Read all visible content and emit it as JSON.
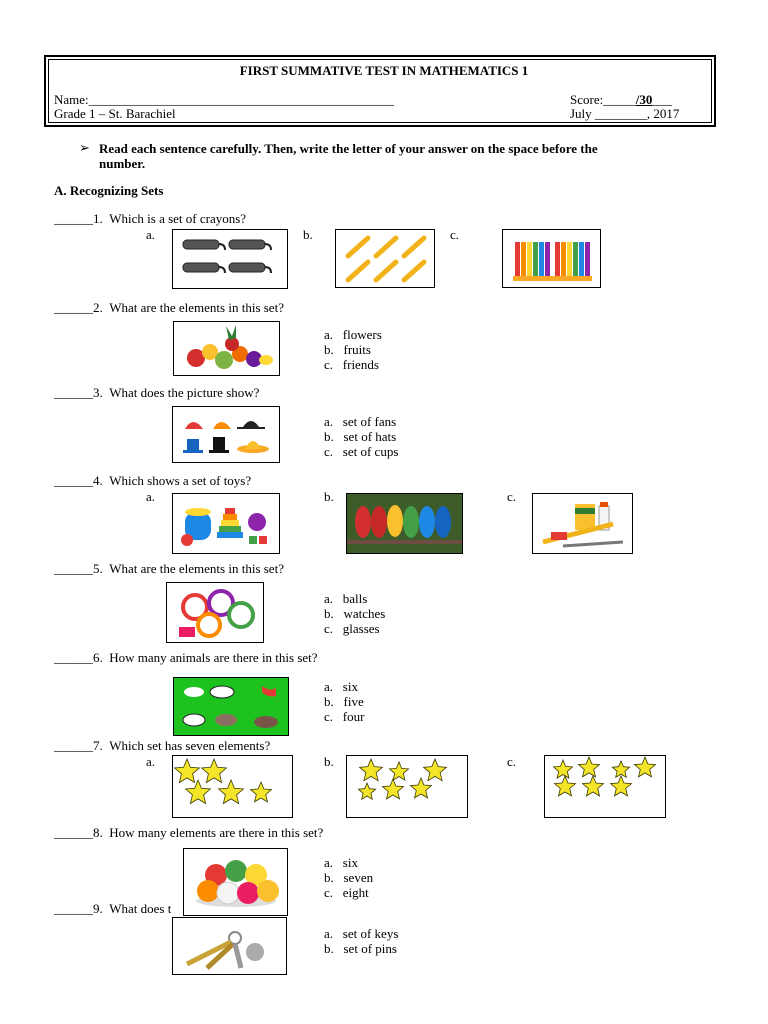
{
  "header": {
    "title": "FIRST SUMMATIVE TEST IN MATHEMATICS 1",
    "name_label": "Name:",
    "name_line": "_______________________________________________",
    "grade": "Grade 1 – St. Barachiel",
    "score_label": "Score:",
    "score_blank": "_____",
    "score_total": "/30",
    "score_tail": "___",
    "date": "July ________, 2017"
  },
  "instruction": {
    "bullet": "➢",
    "line1": "Read each sentence carefully. Then, write the letter of your answer on the space before the",
    "line2": "number."
  },
  "section": {
    "title": "A. Recognizing Sets"
  },
  "questions": [
    {
      "blank": "______",
      "num": "1.",
      "text": "Which is a set of crayons?",
      "letters": [
        "a.",
        "b.",
        "c."
      ]
    },
    {
      "blank": "______",
      "num": "2.",
      "text": "What are the elements in this set?",
      "options": [
        "a.",
        "flowers",
        "b.",
        "fruits",
        "c.",
        "friends"
      ]
    },
    {
      "blank": "______",
      "num": "3.",
      "text": "What does the picture show?",
      "options": [
        "a.",
        "set of fans",
        "b.",
        "set of hats",
        "c.",
        "set of cups"
      ]
    },
    {
      "blank": "______",
      "num": "4.",
      "text": "Which shows a set of toys?",
      "letters": [
        "a.",
        "b.",
        "c."
      ]
    },
    {
      "blank": "______",
      "num": "5.",
      "text": "What are the elements in this set?",
      "options": [
        "a.",
        "balls",
        "b.",
        "watches",
        "c.",
        "glasses"
      ]
    },
    {
      "blank": "______",
      "num": "6.",
      "text": "How many animals are there in this set?",
      "options": [
        "a.",
        "six",
        "b.",
        "five",
        "c.",
        "four"
      ]
    },
    {
      "blank": "______",
      "num": "7.",
      "text": "Which set has seven elements?",
      "letters": [
        "a.",
        "b.",
        "c."
      ]
    },
    {
      "blank": "______",
      "num": "8.",
      "text": "How many elements are there in this set?",
      "options": [
        "a.",
        "six",
        "b.",
        "seven",
        "c.",
        "eight"
      ]
    },
    {
      "blank": "______",
      "num": "9.",
      "text": "What does t",
      "options": [
        "a.",
        "set of keys",
        "b.",
        "set of pins"
      ]
    }
  ],
  "colors": {
    "star_fill": "#f5e52a",
    "star_stroke": "#3a3a00",
    "animal_bg": "#1ec21e"
  }
}
